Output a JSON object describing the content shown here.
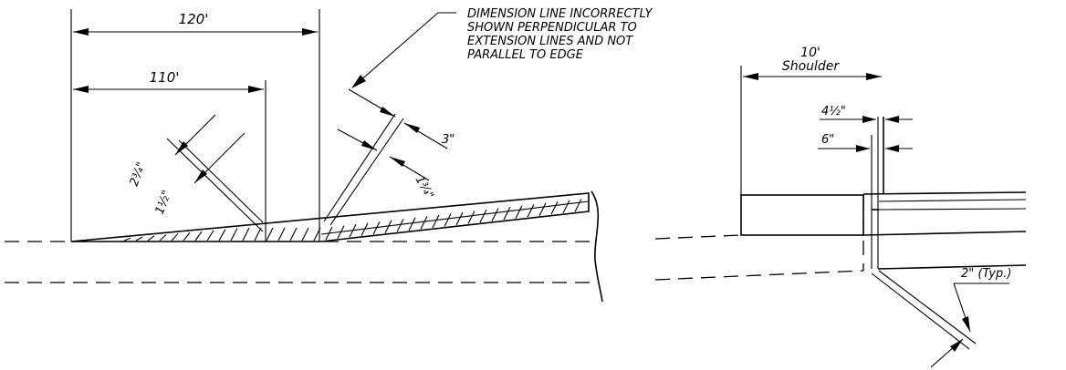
{
  "left_detail": {
    "dim_120": "120'",
    "dim_110": "110'",
    "note_lines": [
      "DIMENSION LINE INCORRECTLY",
      "SHOWN PERPENDICULAR TO",
      "EXTENSION LINES AND NOT",
      "PARALLEL TO EDGE"
    ],
    "dim_2_3_4": "2¾\"",
    "dim_1_1_2": "1½\"",
    "dim_3": "3\"",
    "dim_1_3_4": "1¾\""
  },
  "right_detail": {
    "dim_10": "10'",
    "shoulder": "Shoulder",
    "dim_4_1_2": "4½\"",
    "dim_6": "6\"",
    "dim_2_typ": "2\" (Typ.)"
  }
}
